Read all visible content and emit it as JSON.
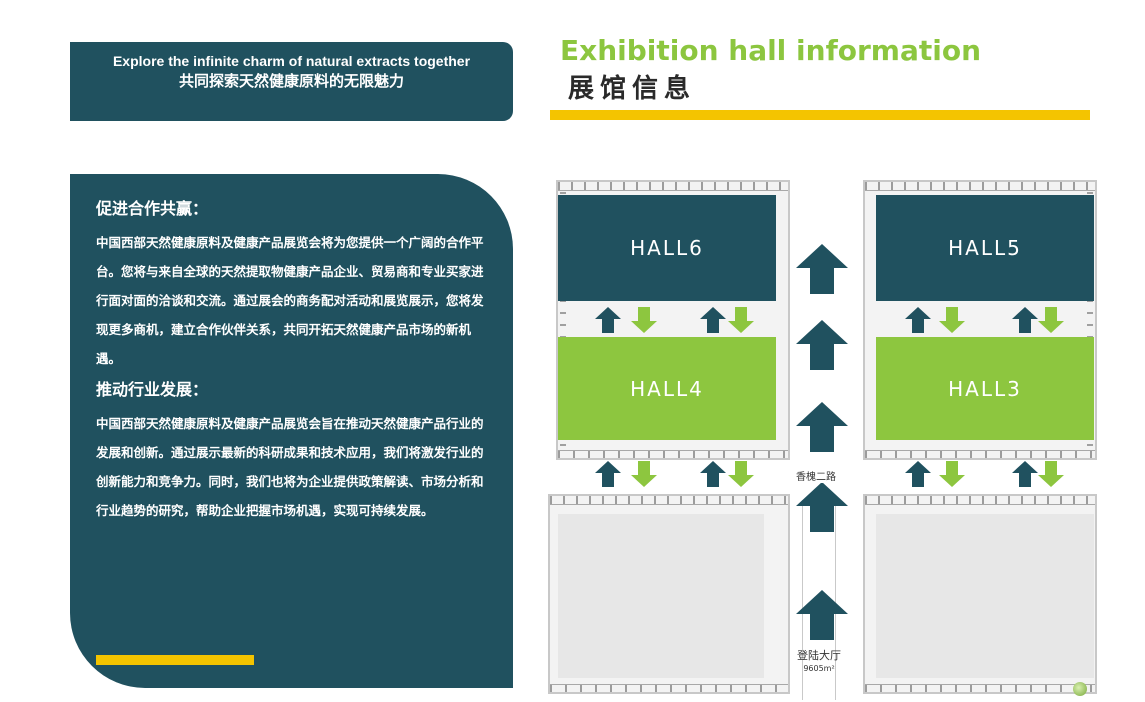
{
  "banner": {
    "title_en": "Explore the infinite charm of natural extracts together",
    "title_zh": "共同探索天然健康原料的无限魅力"
  },
  "section": {
    "title_en": "Exhibition hall information",
    "title_zh": "展馆信息"
  },
  "info": {
    "heading1": "促进合作共赢：",
    "para1": "中国西部天然健康原料及健康产品展览会将为您提供一个广阔的合作平台。您将与来自全球的天然提取物健康产品企业、贸易商和专业买家进行面对面的洽谈和交流。通过展会的商务配对活动和展览展示，您将发现更多商机，建立合作伙伴关系，共同开拓天然健康产品市场的新机遇。",
    "heading2": "推动行业发展：",
    "para2": "中国西部天然健康原料及健康产品展览会旨在推动天然健康产品行业的发展和创新。通过展示最新的科研成果和技术应用，我们将激发行业的创新能力和竞争力。同时，我们也将为企业提供政策解读、市场分析和行业趋势的研究，帮助企业把握市场机遇，实现可持续发展。"
  },
  "map": {
    "halls": {
      "hall6": "HALL6",
      "hall5": "HALL5",
      "hall4": "HALL4",
      "hall3": "HALL3"
    },
    "road_label": "香槐二路",
    "lobby_label": "登陆大厅",
    "lobby_area": "9605m²"
  },
  "colors": {
    "primary_dark": "#20515f",
    "accent_green": "#8dc63f",
    "title_green": "#8cc63f",
    "accent_yellow": "#f4c400"
  }
}
